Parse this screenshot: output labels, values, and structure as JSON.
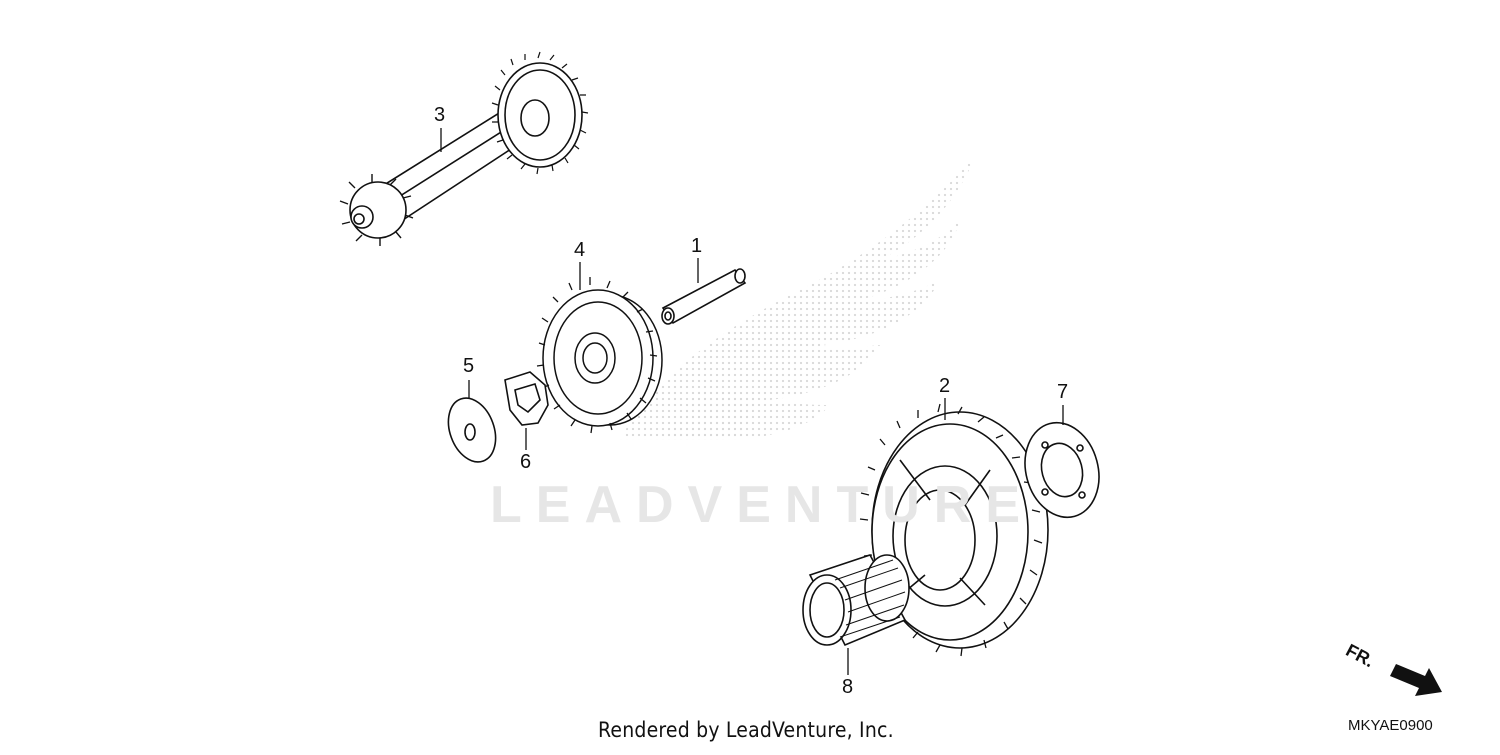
{
  "diagram": {
    "callouts": [
      {
        "id": "1",
        "label": "1"
      },
      {
        "id": "2",
        "label": "2"
      },
      {
        "id": "3",
        "label": "3"
      },
      {
        "id": "4",
        "label": "4"
      },
      {
        "id": "5",
        "label": "5"
      },
      {
        "id": "6",
        "label": "6"
      },
      {
        "id": "7",
        "label": "7"
      },
      {
        "id": "8",
        "label": "8"
      }
    ],
    "watermark_text": "LEADVENTURE",
    "direction_label": "FR.",
    "diagram_code": "MKYAE0900",
    "footer": "Rendered by LeadVenture, Inc."
  }
}
